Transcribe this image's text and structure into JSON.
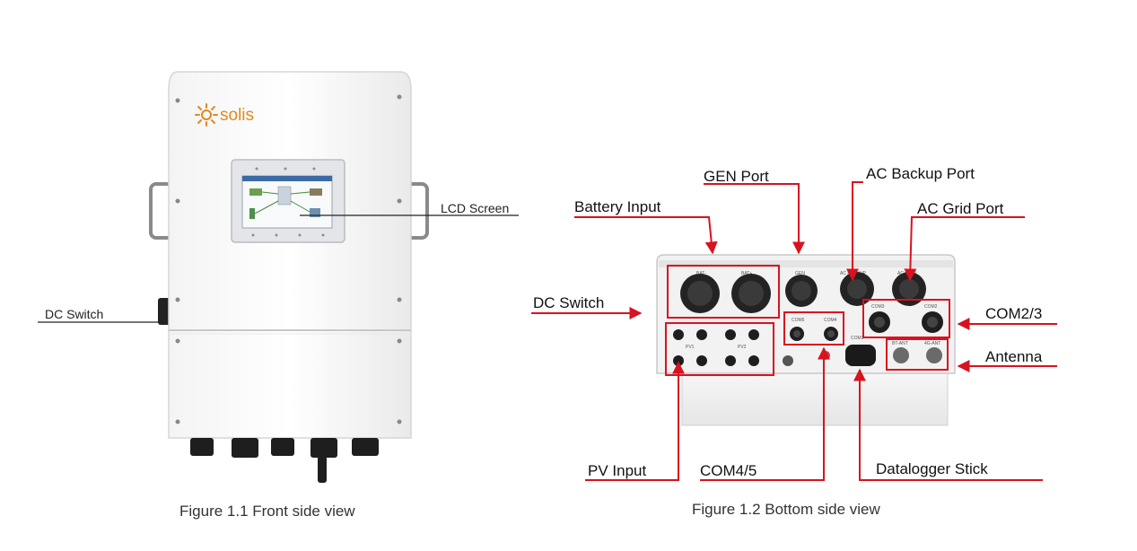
{
  "figure_front": {
    "brand": "solis",
    "labels": {
      "lcd_screen": "LCD Screen",
      "dc_switch": "DC Switch"
    },
    "caption": "Figure 1.1 Front side view"
  },
  "figure_bottom": {
    "labels": {
      "gen_port": "GEN Port",
      "ac_backup_port": "AC Backup Port",
      "battery_input": "Battery Input",
      "ac_grid_port": "AC Grid Port",
      "dc_switch": "DC Switch",
      "com23": "COM2/3",
      "antenna": "Antenna",
      "pv_input": "PV Input",
      "com45": "COM4/5",
      "datalogger_stick": "Datalogger Stick"
    },
    "panel_text": {
      "bat_minus": "BAT-",
      "bat_plus": "BAT+",
      "gen": "GEN",
      "ac_backup": "AC BACKUP",
      "ac_grid": "AC GRID",
      "com3": "COM3",
      "com2": "COM2",
      "com5": "COM5",
      "com4": "COM4",
      "pv1": "PV1",
      "pv2": "PV2",
      "bt_ant": "BT-ANT",
      "4g_ant": "4G-ANT",
      "com1": "COM1"
    },
    "caption": "Figure 1.2 Bottom side view"
  },
  "colors": {
    "accent_red": "#d9121f",
    "brand_orange": "#e08a1e",
    "line_dark": "#222222"
  }
}
